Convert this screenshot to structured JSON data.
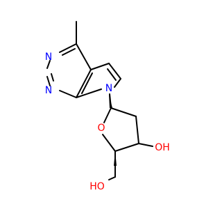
{
  "molecule": {
    "colors": {
      "bond": "#000000",
      "carbon": "#000000",
      "nitrogen": "#0000ff",
      "oxygen": "#ff0000"
    },
    "atom_labels": {
      "n_pyrimidine_top": "N",
      "n_pyrimidine_bottom": "N",
      "n_pyrrole": "N",
      "o_ring": "O",
      "oh_secondary": "OH",
      "oh_primary": "HO"
    }
  }
}
